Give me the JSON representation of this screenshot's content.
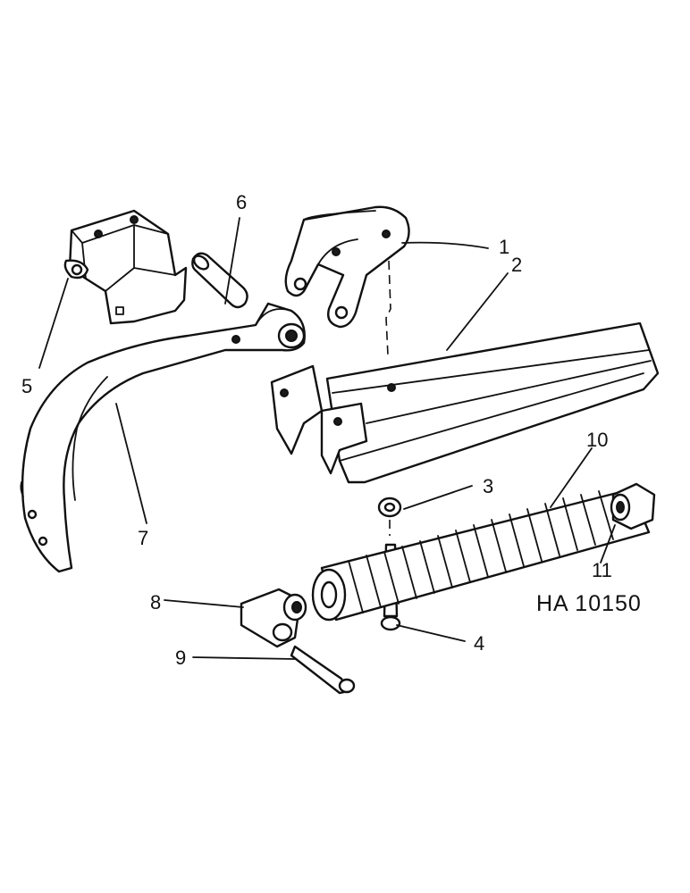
{
  "diagram": {
    "reference_code": "HA 10150",
    "callouts": [
      "1",
      "2",
      "3",
      "4",
      "5",
      "6",
      "7",
      "8",
      "9",
      "10",
      "11"
    ]
  }
}
